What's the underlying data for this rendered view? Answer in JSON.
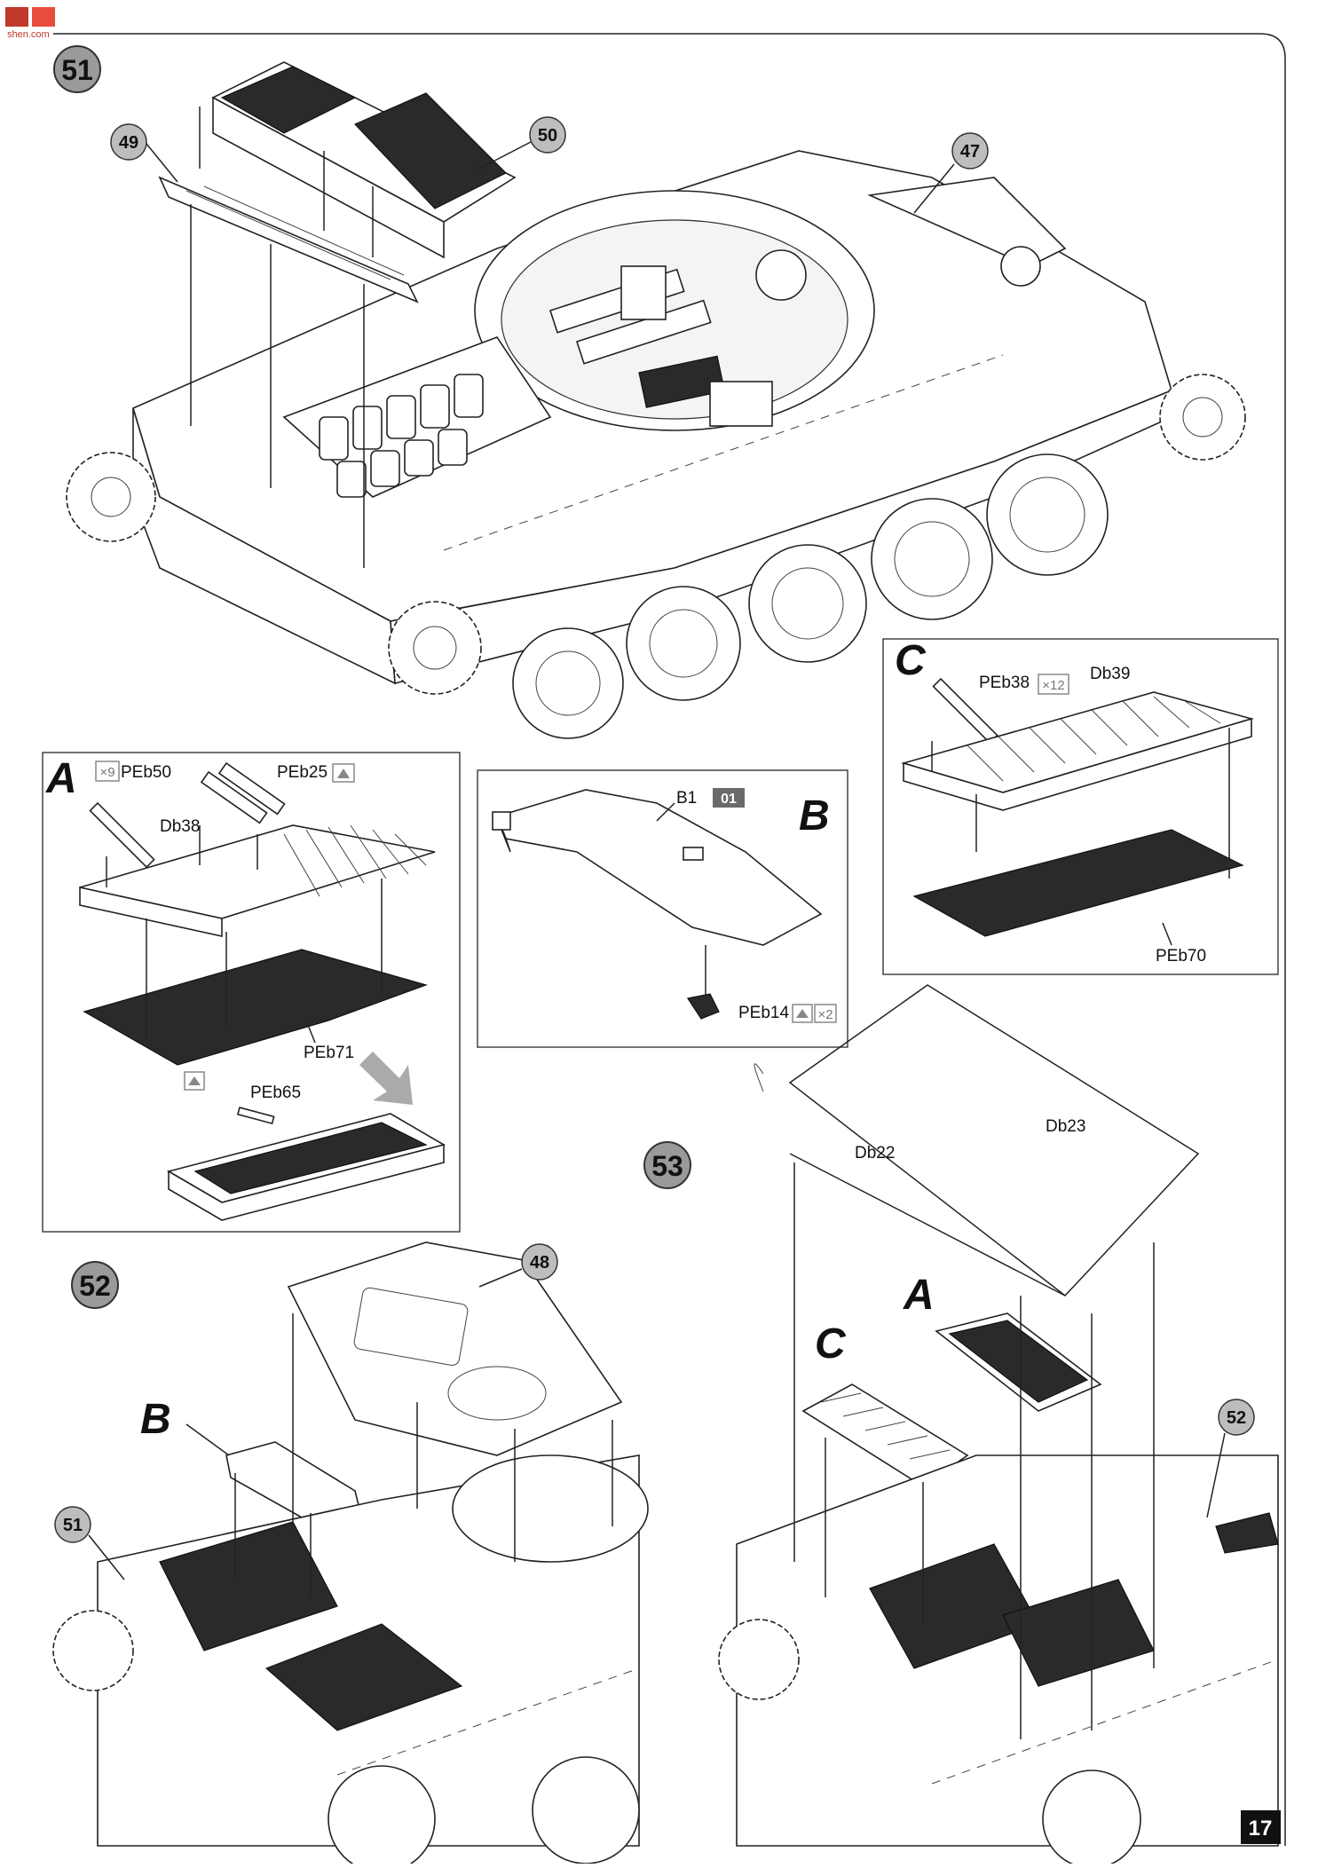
{
  "logo": {
    "text": "shen.com"
  },
  "page_number": "17",
  "steps": [
    {
      "number": "51",
      "refs": [
        "49",
        "50",
        "47"
      ]
    },
    {
      "number": "52",
      "refs": [
        "48",
        "51"
      ]
    },
    {
      "number": "53",
      "refs": [
        "52"
      ]
    }
  ],
  "insets": {
    "A": {
      "letter": "A",
      "parts": [
        "PEb50",
        "PEb25",
        "Db38",
        "PEb71",
        "PEb65"
      ],
      "badges": [
        "×9"
      ]
    },
    "B": {
      "letter": "B",
      "parts": [
        "B1",
        "PEb14"
      ],
      "paint_code": "01",
      "badges": [
        "×2"
      ]
    },
    "C": {
      "letter": "C",
      "parts": [
        "PEb38",
        "Db39",
        "PEb70"
      ],
      "badges": [
        "×12"
      ]
    }
  },
  "step52": {
    "sub_letters": [
      "B"
    ]
  },
  "step53": {
    "sub_letters": [
      "A",
      "C"
    ],
    "parts": [
      "Db22",
      "Db23"
    ]
  },
  "icons": [
    "flip-over-icon",
    "arrow-down-right-icon"
  ]
}
